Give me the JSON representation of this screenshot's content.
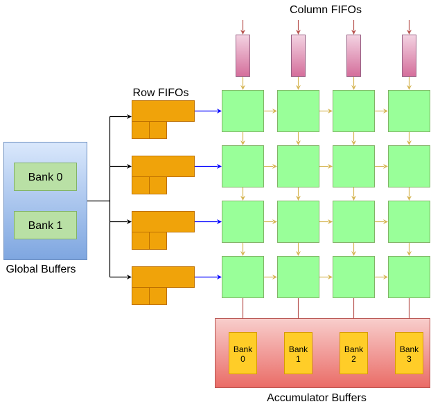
{
  "colors": {
    "pe_fill": "#99ff99",
    "pe_stroke": "#82b366",
    "fifo_fill": "#f0a30a",
    "fifo_stroke": "#bd7000",
    "col_fifo_top": "#f3d3e2",
    "col_fifo_bottom": "#d46e9b",
    "col_fifo_stroke": "#996185",
    "global_top": "#dae8fc",
    "global_bottom": "#7ea6e0",
    "global_stroke": "#6c8ebf",
    "bank_fill": "#b9e0a5",
    "bank_stroke": "#82b366",
    "acc_top": "#f8cecc",
    "acc_bottom": "#ea6b66",
    "acc_stroke": "#b85450",
    "acc_bank_fill": "#ffcd28",
    "acc_bank_stroke": "#d79b00",
    "blue_arrow": "#0000ff",
    "gold_arrow": "#d6b656",
    "red_arrow": "#b85450",
    "black_arrow": "#000000"
  },
  "labels": {
    "column_fifos": "Column FIFOs",
    "row_fifos": "Row FIFOs",
    "global_buffers": "Global Buffers",
    "accumulator_buffers": "Accumulator Buffers"
  },
  "global_banks": [
    "Bank 0",
    "Bank 1"
  ],
  "accumulator_banks": [
    {
      "line1": "Bank",
      "line2": "0"
    },
    {
      "line1": "Bank",
      "line2": "1"
    },
    {
      "line1": "Bank",
      "line2": "2"
    },
    {
      "line1": "Bank",
      "line2": "3"
    }
  ],
  "grid": {
    "rows": 4,
    "cols": 4
  }
}
